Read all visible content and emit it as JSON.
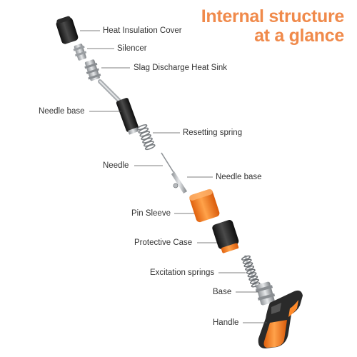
{
  "title": {
    "line1": "Internal structure",
    "line2": "at a glance"
  },
  "labels": {
    "heat_insulation_cover": "Heat Insulation Cover",
    "silencer": "Silencer",
    "slag_discharge_heat_sink": "Slag Discharge Heat Sink",
    "needle_base_upper": "Needle base",
    "resetting_spring": "Resetting spring",
    "needle": "Needle",
    "needle_base_lower": "Needle base",
    "pin_sleeve": "Pin Sleeve",
    "protective_case": "Protective Case",
    "excitation_springs": "Excitation springs",
    "base": "Base",
    "handle": "Handle"
  },
  "colors": {
    "accent": "#f08a4b",
    "orange_part": "#f07a22",
    "black_part": "#1e1e1e",
    "metal": "#b9bcc0",
    "label_text": "#333333"
  }
}
